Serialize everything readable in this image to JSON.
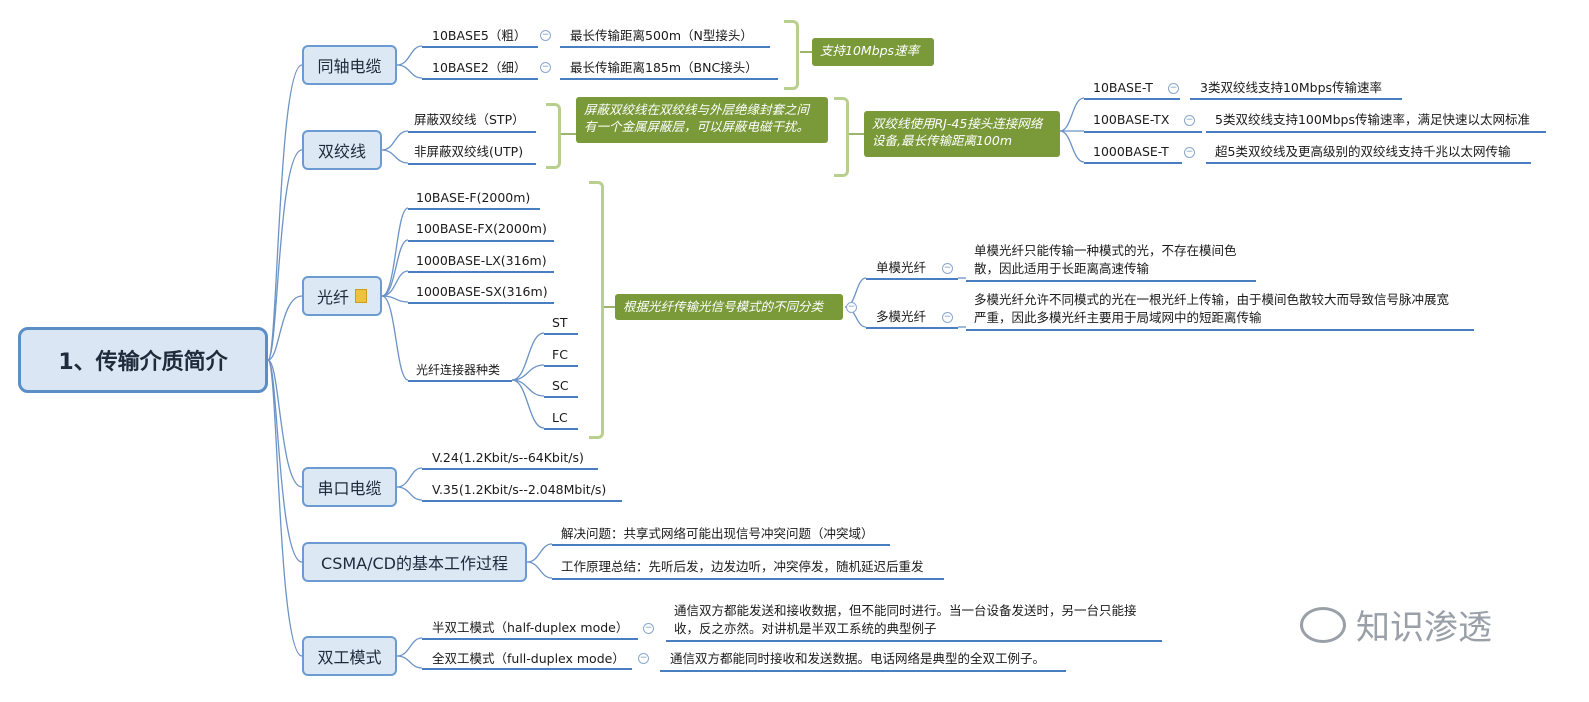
{
  "root": {
    "label": "1、传输介质简介"
  },
  "branches": [
    {
      "label": "同轴电缆",
      "items": [
        {
          "label": "10BASE5（粗）",
          "detail": "最长传输距离500m（N型接头）"
        },
        {
          "label": "10BASE2（细）",
          "detail": "最长传输距离185m（BNC接头）"
        }
      ],
      "note": "支持10Mbps速率"
    },
    {
      "label": "双绞线",
      "items": [
        {
          "label": "屏蔽双绞线（STP）"
        },
        {
          "label": "非屏蔽双绞线(UTP)"
        }
      ],
      "note": "屏蔽双绞线在双绞线与外层绝缘封套之间有一个金属屏蔽层，可以屏蔽电磁干扰。",
      "note2": "双绞线使用RJ-45接头连接网络设备,最长传输距离100m",
      "standards": [
        {
          "label": "10BASE-T",
          "detail": "3类双绞线支持10Mbps传输速率"
        },
        {
          "label": "100BASE-TX",
          "detail": "5类双绞线支持100Mbps传输速率，满足快速以太网标准"
        },
        {
          "label": "1000BASE-T",
          "detail": "超5类双绞线及更高级别的双绞线支持千兆以太网传输"
        }
      ]
    },
    {
      "label": "光纤",
      "items": [
        {
          "label": "10BASE-F(2000m)"
        },
        {
          "label": "100BASE-FX(2000m)"
        },
        {
          "label": "1000BASE-LX(316m)"
        },
        {
          "label": "1000BASE-SX(316m)"
        },
        {
          "label": "光纤连接器种类"
        }
      ],
      "connectors": [
        "ST",
        "FC",
        "SC",
        "LC"
      ],
      "note": "根据光纤传输光信号模式的不同分类",
      "modes": [
        {
          "label": "单模光纤",
          "detail1": "单模光纤只能传输一种模式的光，不存在模间色",
          "detail2": "散，因此适用于长距离高速传输"
        },
        {
          "label": "多模光纤",
          "detail1": "多模光纤允许不同模式的光在一根光纤上传输，由于模间色散较大而导致信号脉冲展宽",
          "detail2": "严重，因此多模光纤主要用于局域网中的短距离传输"
        }
      ]
    },
    {
      "label": "串口电缆",
      "items": [
        {
          "label": "V.24(1.2Kbit/s--64Kbit/s)"
        },
        {
          "label": "V.35(1.2Kbit/s--2.048Mbit/s)"
        }
      ]
    },
    {
      "label": "CSMA/CD的基本工作过程",
      "items": [
        {
          "label": "解决问题：共享式网络可能出现信号冲突问题（冲突域）"
        },
        {
          "label": "工作原理总结：先听后发，边发边听，冲突停发，随机延迟后重发"
        }
      ]
    },
    {
      "label": "双工模式",
      "items": [
        {
          "label": "半双工模式（half-duplex mode）",
          "detail1": "通信双方都能发送和接收数据，但不能同时进行。当一台设备发送时，另一台只能接",
          "detail2": "收，反之亦然。对讲机是半双工系统的典型例子"
        },
        {
          "label": "全双工模式（full-duplex mode）",
          "detail1": "通信双方都能同时接收和发送数据。电话网络是典型的全双工例子。"
        }
      ]
    }
  ],
  "watermark": {
    "text": "知识渗透"
  },
  "colors": {
    "line": "#4a7ec3",
    "note": "#7a9a3a",
    "brace": "#b9cf8e",
    "node_border": "#6b9bd2"
  }
}
